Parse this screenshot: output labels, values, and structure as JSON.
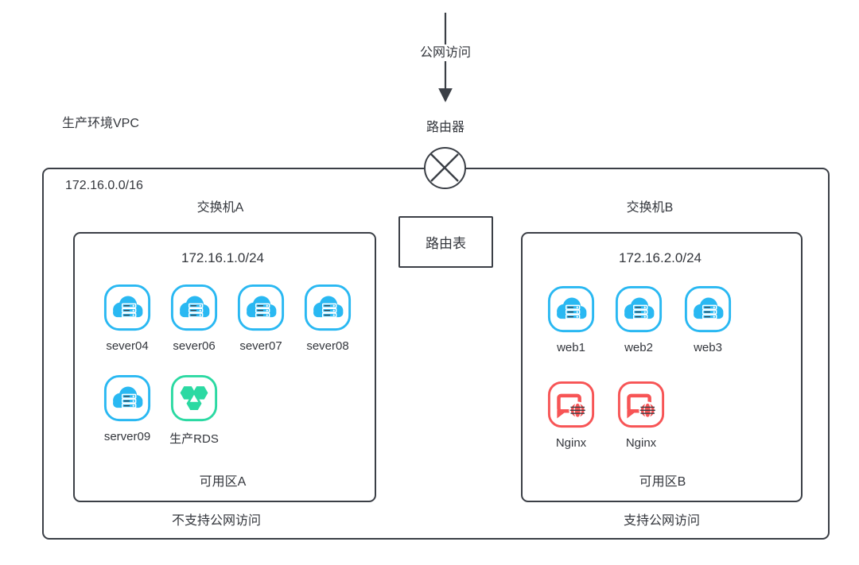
{
  "colors": {
    "c-stroke": "#3b3f46",
    "c-text": "#33363c",
    "c-server": "#29b8f2",
    "c-rds": "#2bd9a2",
    "c-nginx": "#f75455"
  },
  "vpc": {
    "title": "生产环境VPC",
    "cidr": "172.16.0.0/16",
    "public_access": "公网访问",
    "router": "路由器",
    "route_table": "路由表",
    "switch_a": "交换机A",
    "switch_b": "交换机B"
  },
  "zones": {
    "a": {
      "cidr": "172.16.1.0/24",
      "name": "可用区A",
      "caption": "不支持公网访问",
      "nodes": [
        {
          "label": "sever04",
          "icon": "cloud-server"
        },
        {
          "label": "sever06",
          "icon": "cloud-server"
        },
        {
          "label": "sever07",
          "icon": "cloud-server"
        },
        {
          "label": "sever08",
          "icon": "cloud-server"
        },
        {
          "label": "server09",
          "icon": "cloud-server"
        },
        {
          "label": "生产RDS",
          "icon": "rds-hexagons"
        }
      ]
    },
    "b": {
      "cidr": "172.16.2.0/24",
      "name": "可用区B",
      "caption": "支持公网访问",
      "nodes": [
        {
          "label": "web1",
          "icon": "cloud-server"
        },
        {
          "label": "web2",
          "icon": "cloud-server"
        },
        {
          "label": "web3",
          "icon": "cloud-server"
        },
        {
          "label": "Nginx",
          "icon": "nginx-web"
        },
        {
          "label": "Nginx",
          "icon": "nginx-web"
        }
      ]
    }
  }
}
